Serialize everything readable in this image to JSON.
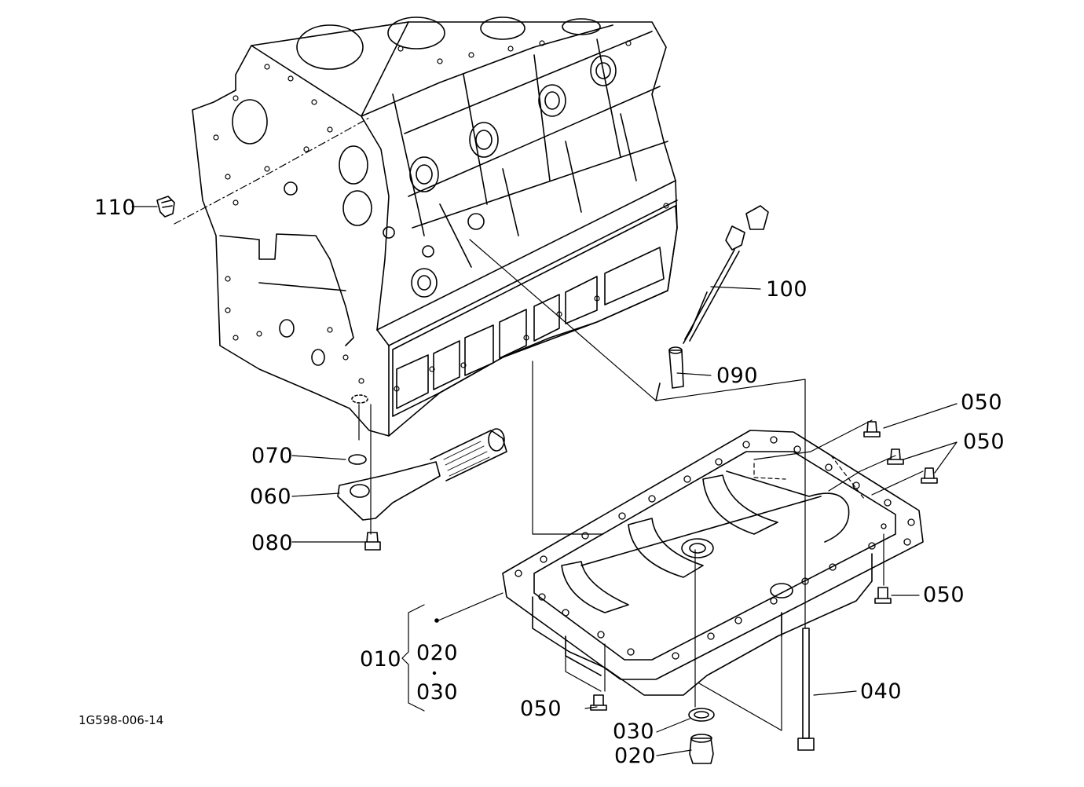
{
  "labels": {
    "p110": "110",
    "p100": "100",
    "p090": "090",
    "p050a": "050",
    "p050b": "050",
    "p050c": "050",
    "p050d": "050",
    "p070": "070",
    "p060": "060",
    "p080": "080",
    "p010": "010",
    "p020_group": "020",
    "p030_group": "030",
    "p030": "030",
    "p020": "020",
    "p040": "040"
  },
  "drawing_code": "1G598-006-14"
}
